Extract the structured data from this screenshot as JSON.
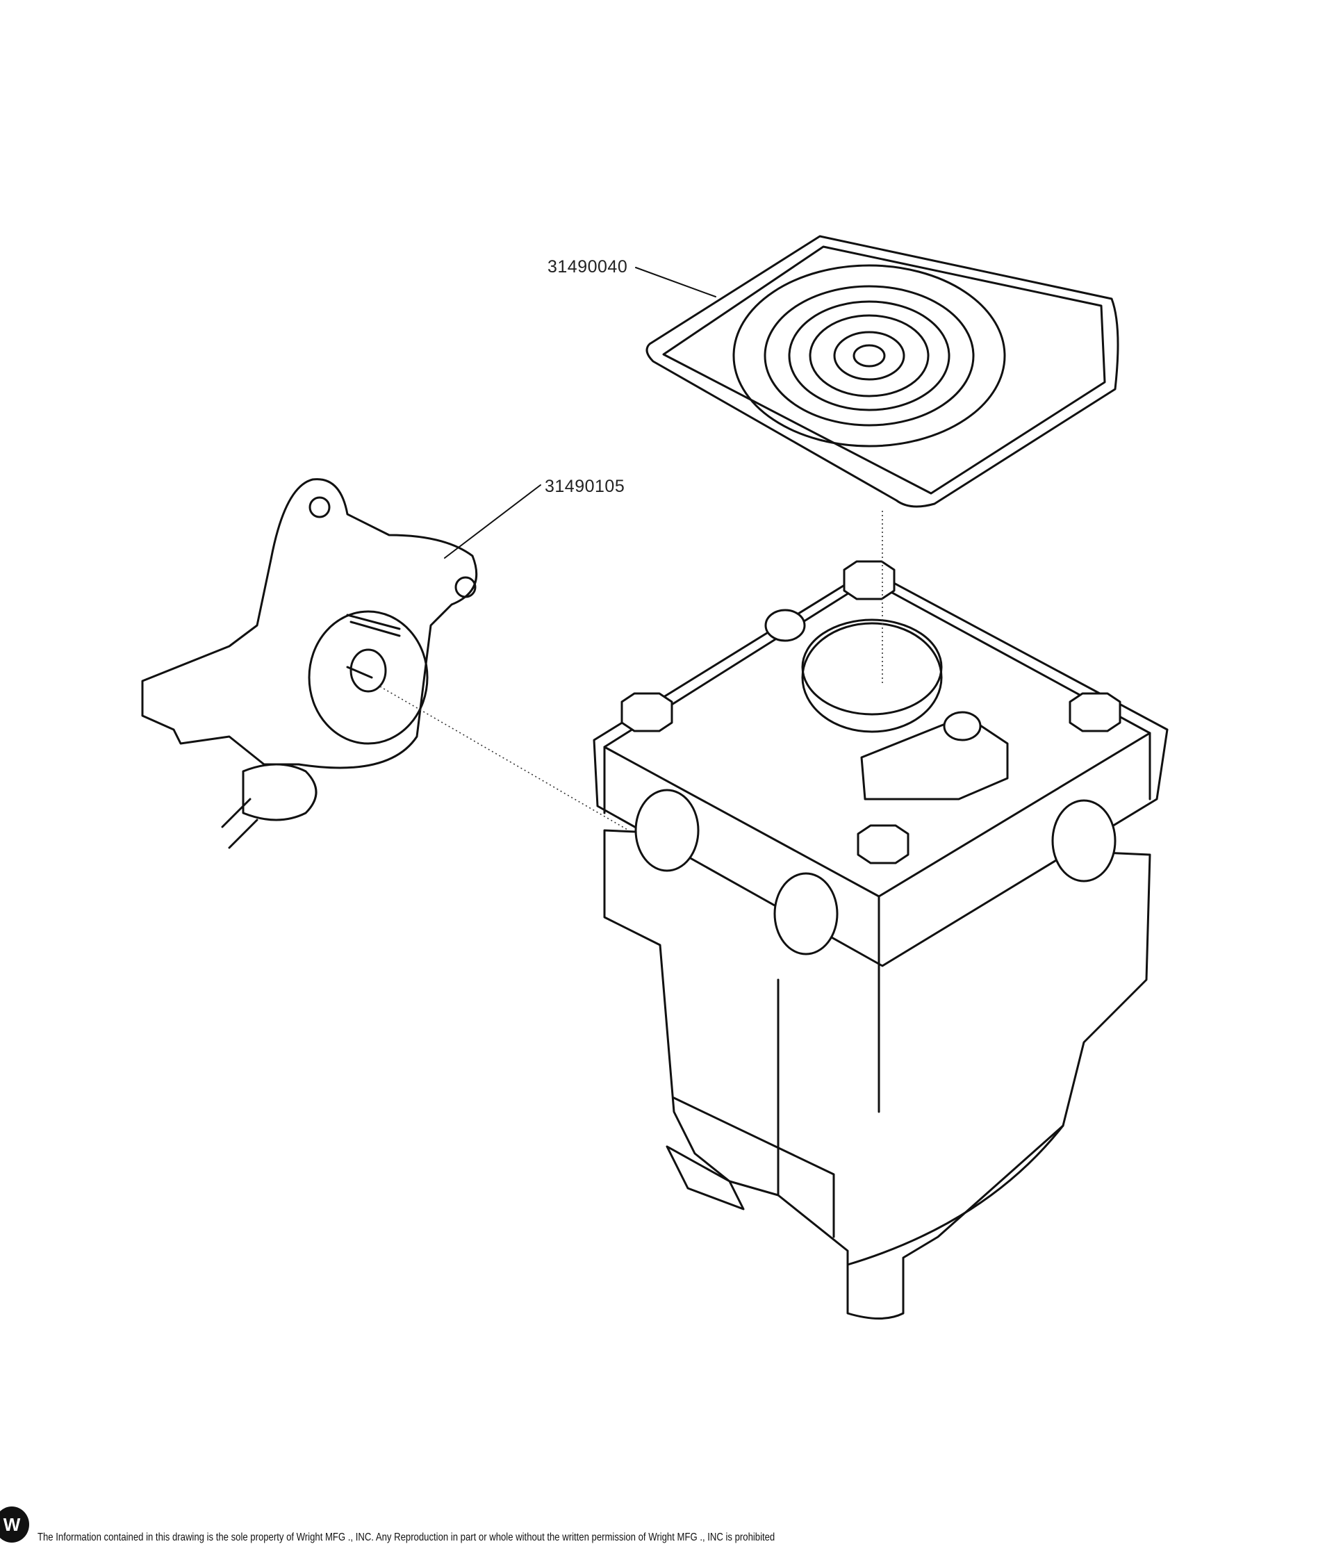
{
  "callouts": [
    {
      "part_number": "31490040"
    },
    {
      "part_number": "31490105"
    }
  ],
  "footer": {
    "logo_letter": "W",
    "notice": "The Information contained in this drawing is the sole property of Wright MFG ., INC. Any Reproduction in part or whole without the written permission of Wright MFG ., INC is prohibited"
  }
}
